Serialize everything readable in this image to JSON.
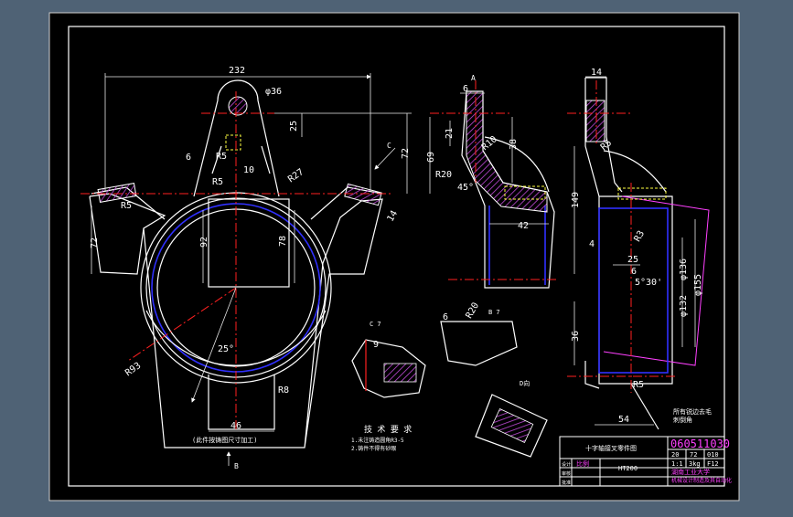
{
  "colors": {
    "background_outer": "#4f6275",
    "sheet": "#000000",
    "outline": "#ffffff",
    "centerline": "#ff2020",
    "hatch": "#b05ad0",
    "inner_line": "#2a2aff",
    "hidden_line": "#ffff40",
    "dimension": "#e8e8e8",
    "title_magenta": "#ff40ff"
  },
  "front_view": {
    "dim_overall_width": "232",
    "dim_boss_diameter": "φ36",
    "dim_height_25": "25",
    "dim_height_72_right": "72",
    "dim_6_left": "6",
    "dim_r5_upper": "R5",
    "dim_r5_lower": "R5",
    "dim_10": "10",
    "dim_r27": "R27",
    "dim_r5_wing": "R5",
    "dim_14": "14",
    "dim_72_left": "72",
    "dim_92": "92",
    "dim_78": "78",
    "dim_25_angle": "25°",
    "dim_r93": "R93",
    "dim_r8": "R8",
    "dim_46": "46",
    "bottom_note": "(此件按铸图尺寸加工)",
    "view_arrow_b": "B",
    "view_arrow_c": "C"
  },
  "side_view": {
    "dim_6": "6",
    "dim_21": "21",
    "dim_r10": "R10",
    "dim_38": "38",
    "dim_69": "69",
    "dim_r20": "R20",
    "dim_45": "45°",
    "dim_42": "42",
    "view_a": "A"
  },
  "right_view": {
    "dim_14": "14",
    "dim_r5": "R5",
    "dim_149": "149",
    "dim_r3": "R3",
    "dim_4": "4",
    "dim_25": "25",
    "dim_6": "6",
    "dim_530": "5°30'",
    "dim_132": "φ132",
    "dim_136": "φ136",
    "dim_155": "φ155",
    "dim_36": "36",
    "dim_r5_bottom": "R5",
    "dim_54": "54",
    "note_lines": [
      "所有锐边去毛",
      "刺倒角"
    ]
  },
  "detail_views": {
    "label_c": "C 7",
    "label_b": "B 7",
    "label_d": "D向",
    "dim_6": "6",
    "dim_r20": "R20",
    "dim_9": "9"
  },
  "tech_notes": {
    "title": "技 术 要 求",
    "items": [
      "1.未注铸造圆角R3-5",
      "2.铸件不得有砂眼"
    ]
  },
  "title_block": {
    "drawing_number": "060511030",
    "part_name": "十字轴接叉零件图",
    "material": "HT200",
    "scale_label": "比例",
    "scale": "1:1",
    "weight": "3kg",
    "code": "F12",
    "col_head_1": "20",
    "col_head_2": "72",
    "col_head_3": "010",
    "school": "湖南工业大学",
    "class_line": "机械设计制造及其自动化",
    "row_1": "设计",
    "row_2": "审核",
    "row_3": "批准"
  }
}
